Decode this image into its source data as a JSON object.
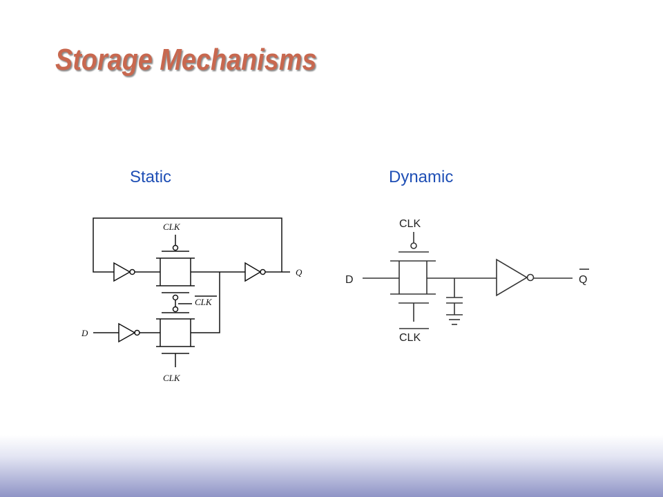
{
  "slide": {
    "title": "Storage Mechanisms"
  },
  "static_circuit": {
    "heading": "Static",
    "labels": {
      "clk_top": "CLK",
      "clk_bar": "CLK",
      "clk_bottom": "CLK",
      "d_input": "D",
      "q_output": "Q"
    }
  },
  "dynamic_circuit": {
    "heading": "Dynamic",
    "labels": {
      "clk_top": "CLK",
      "clk_bottom": "CLK",
      "d_input": "D",
      "q_output": "Q"
    }
  },
  "colors": {
    "title": "#c8684f",
    "heading": "#1f4fb5",
    "footer_gradient_end": "#8f94c6"
  }
}
